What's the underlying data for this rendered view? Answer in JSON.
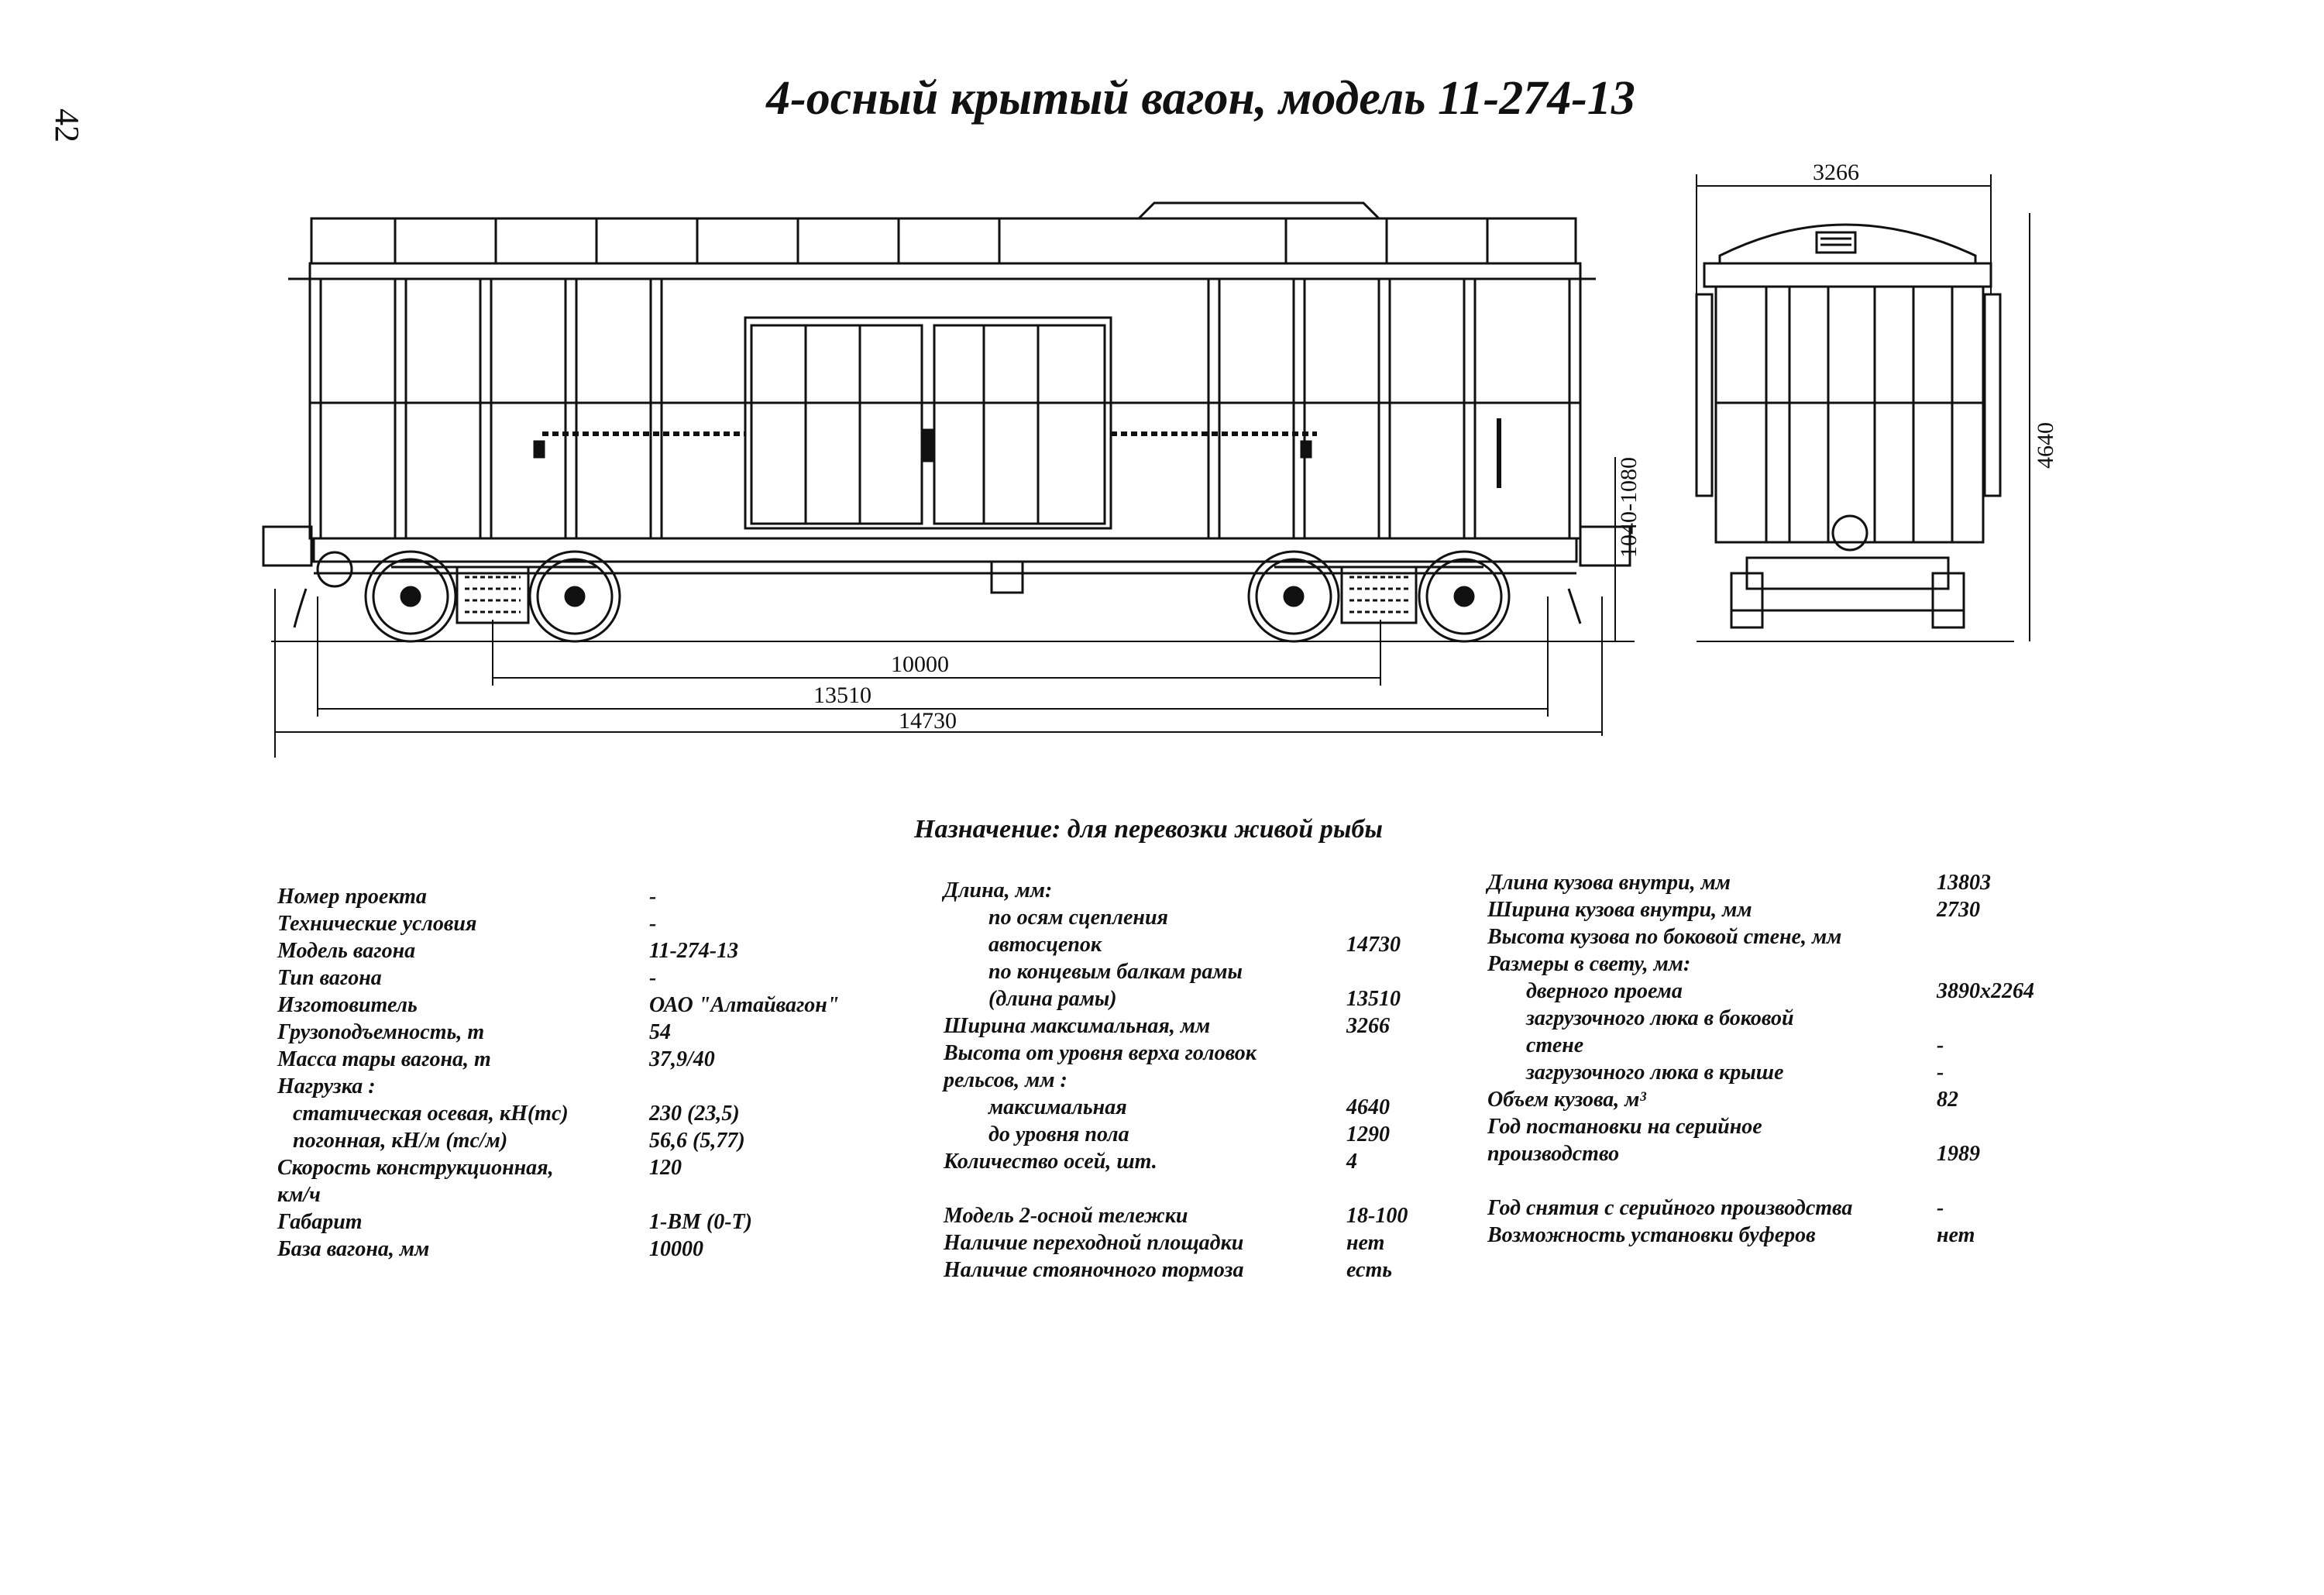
{
  "page_number": "42",
  "title": "4-осный крытый вагон, модель 11-274-13",
  "dimensions": {
    "base": "10000",
    "frame_length": "13510",
    "total_length": "14730",
    "height_floor": "1040-1080",
    "width": "3266",
    "height": "4640"
  },
  "purpose": "Назначение: для перевозки живой рыбы",
  "specs_left": [
    {
      "label": "Номер проекта",
      "value": "-"
    },
    {
      "label": "Технические условия",
      "value": "-"
    },
    {
      "label": "Модель вагона",
      "value": "11-274-13"
    },
    {
      "label": "Тип вагона",
      "value": "-"
    },
    {
      "label": "Изготовитель",
      "value": "ОАО \"Алтайвагон\""
    },
    {
      "label": "Грузоподъемность, т",
      "value": "54"
    },
    {
      "label": "Масса тары вагона, т",
      "value": "37,9/40"
    },
    {
      "label": "Нагрузка :",
      "value": ""
    },
    {
      "label": "статическая осевая, кН(тс)",
      "value": "230 (23,5)"
    },
    {
      "label": "погонная, кН/м (тс/м)",
      "value": "56,6 (5,77)"
    },
    {
      "label": "Скорость конструкционная,",
      "value": "120"
    },
    {
      "label": "км/ч",
      "value": ""
    },
    {
      "label": "Габарит",
      "value": "1-ВМ (0-Т)"
    },
    {
      "label": "База вагона, мм",
      "value": "10000"
    }
  ],
  "specs_mid": [
    {
      "label": "Длина, мм:",
      "value": ""
    },
    {
      "label": "по осям сцепления",
      "value": ""
    },
    {
      "label": "автосцепок",
      "value": "14730"
    },
    {
      "label": "по концевым балкам рамы",
      "value": ""
    },
    {
      "label": "(длина рамы)",
      "value": "13510"
    },
    {
      "label": "Ширина максимальная, мм",
      "value": "3266"
    },
    {
      "label": "Высота от уровня верха головок",
      "value": ""
    },
    {
      "label": "рельсов, мм :",
      "value": ""
    },
    {
      "label": "максимальная",
      "value": "4640"
    },
    {
      "label": "до уровня пола",
      "value": "1290"
    },
    {
      "label": "Количество осей, шт.",
      "value": "4"
    },
    {
      "label": "Модель 2-осной тележки",
      "value": "18-100"
    },
    {
      "label": "Наличие переходной площадки",
      "value": "нет"
    },
    {
      "label": "Наличие стояночного тормоза",
      "value": "есть"
    }
  ],
  "specs_right": [
    {
      "label": "Длина кузова внутри, мм",
      "value": "13803"
    },
    {
      "label": "Ширина кузова внутри, мм",
      "value": "2730"
    },
    {
      "label": "Высота кузова по боковой стене, мм",
      "value": ""
    },
    {
      "label": "Размеры в свету, мм:",
      "value": ""
    },
    {
      "label": "дверного проема",
      "value": "3890x2264"
    },
    {
      "label": "загрузочного люка в боковой",
      "value": ""
    },
    {
      "label": "стене",
      "value": "-"
    },
    {
      "label": "загрузочного люка в крыше",
      "value": "-"
    },
    {
      "label": "Объем кузова, м³",
      "value": "82"
    },
    {
      "label": "Год постановки на серийное",
      "value": ""
    },
    {
      "label": "производство",
      "value": "1989"
    },
    {
      "label": "Год снятия с серийного производства",
      "value": "-"
    },
    {
      "label": "Возможность установки буферов",
      "value": "нет"
    }
  ]
}
